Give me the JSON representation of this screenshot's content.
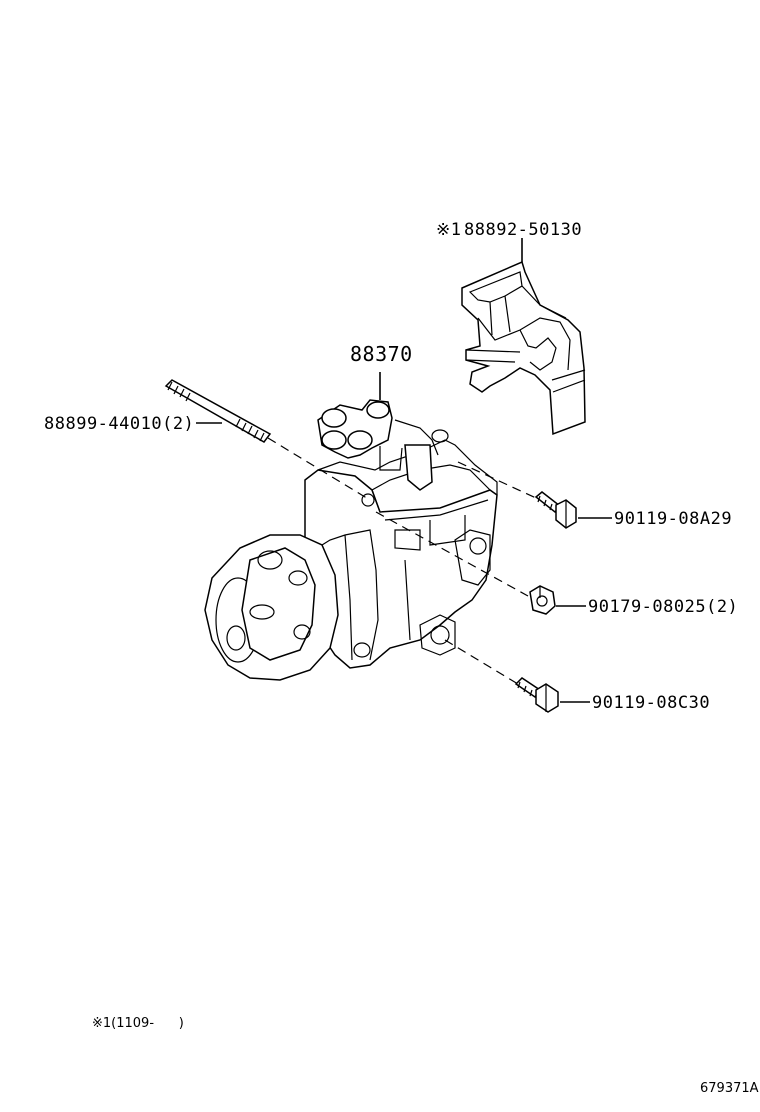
{
  "parts": {
    "bracket": {
      "marker": "※1",
      "number": "88892-50130"
    },
    "compressor": {
      "number": "88370"
    },
    "stud": {
      "number": "88899-44010(2)"
    },
    "bolt_upper": {
      "number": "90119-08A29"
    },
    "nut": {
      "number": "90179-08025(2)"
    },
    "bolt_lower": {
      "number": "90119-08C30"
    }
  },
  "footnote": {
    "text": "※1(1109-      )"
  },
  "illustration_id": "679371A",
  "icons": [
    "compressor-icon",
    "bracket-icon",
    "stud-bolt-icon",
    "bolt-icon",
    "nut-icon"
  ]
}
